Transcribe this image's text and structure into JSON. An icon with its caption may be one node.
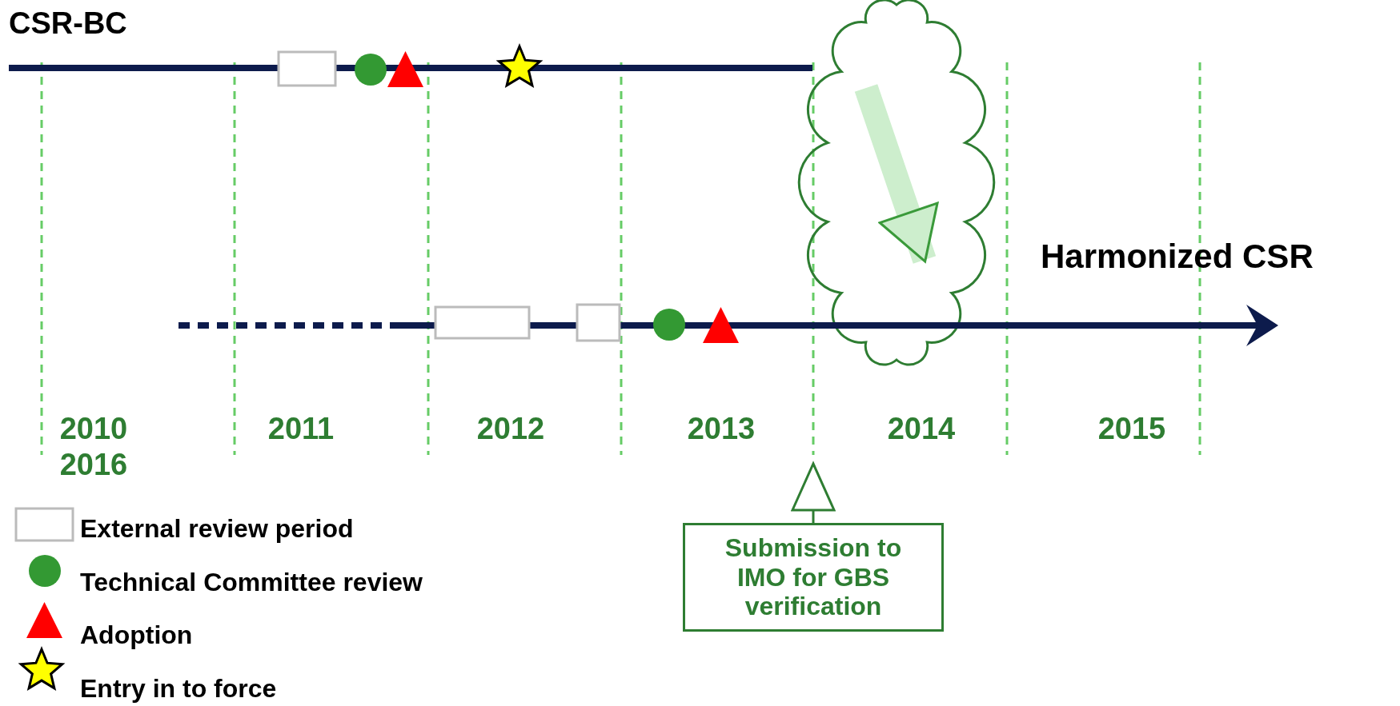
{
  "diagram": {
    "nodes": [
      {
        "text": [
          "CSR-BC"
        ]
      },
      {
        "text": [
          "Harmonized CSR"
        ]
      },
      {
        "text": [
          "Submission to IMO for GBS verification"
        ]
      }
    ],
    "edges": [
      {
        "from": 0,
        "to": 1,
        "arrow": "to",
        "style": "thick",
        "color": "#cdeecd"
      },
      {
        "from": 2,
        "to": null,
        "arrow": "to",
        "color": "#2e7d32"
      }
    ],
    "labels": [
      "2010",
      "2016",
      "2011",
      "2012",
      "2013",
      "2014",
      "2015"
    ],
    "legend": [
      {
        "text": "External review period"
      },
      {
        "text": "Technical Committee review"
      },
      {
        "text": "Adoption"
      },
      {
        "text": "Entry in to force"
      }
    ]
  }
}
